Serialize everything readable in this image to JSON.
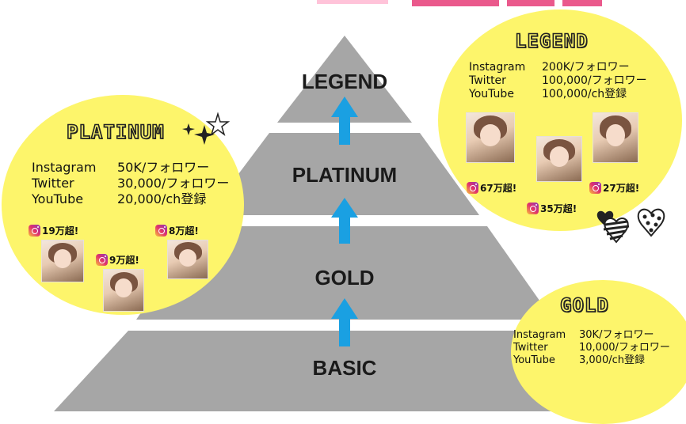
{
  "tiers": [
    {
      "label": "LEGEND"
    },
    {
      "label": "PLATINUM"
    },
    {
      "label": "GOLD"
    },
    {
      "label": "BASIC"
    }
  ],
  "colors": {
    "pyramid": "#a6a6a6",
    "arrow": "#1aa0e2",
    "circle": "#fdf56b",
    "top_accent": "#e8477f"
  },
  "legend": {
    "title": "LEGEND",
    "rows": [
      {
        "k": "Instagram",
        "v": "200K/フォロワー"
      },
      {
        "k": "Twitter",
        "v": "100,000/フォロワー"
      },
      {
        "k": "YouTube",
        "v": "100,000/ch登録"
      }
    ],
    "badges": [
      "67万超!",
      "35万超!",
      "27万超!"
    ]
  },
  "platinum": {
    "title": "PLATINUM",
    "rows": [
      {
        "k": "Instagram",
        "v": "50K/フォロワー"
      },
      {
        "k": "Twitter",
        "v": "30,000/フォロワー"
      },
      {
        "k": "YouTube",
        "v": "20,000/ch登録"
      }
    ],
    "badges": [
      "19万超!",
      "9万超!",
      "8万超!"
    ]
  },
  "gold": {
    "title": "GOLD",
    "rows": [
      {
        "k": "Instagram",
        "v": "30K/フォロワー"
      },
      {
        "k": "Twitter",
        "v": "10,000/フォロワー"
      },
      {
        "k": "YouTube",
        "v": "3,000/ch登録"
      }
    ]
  },
  "icons": [
    "instagram-icon",
    "star-sparkle-icon",
    "heart-icon",
    "up-arrow-icon"
  ]
}
